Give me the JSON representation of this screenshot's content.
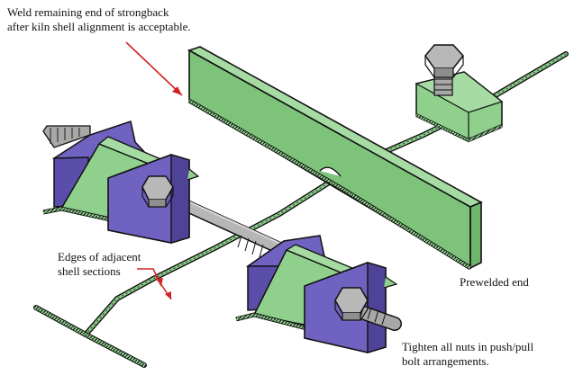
{
  "labels": {
    "weld_line1": "Weld remaining end of strongback",
    "weld_line2": "after kiln shell alignment is acceptable.",
    "edges_line1": "Edges of adjacent",
    "edges_line2": "shell sections",
    "prewelded": "Prewelded end",
    "tighten_line1": "Tighten all nuts in push/pull",
    "tighten_line2": "bolt arrangements."
  },
  "colors": {
    "green": "#8fd08c",
    "green_dark": "#6fb56c",
    "purple": "#6f62c0",
    "purple_dark": "#4f4398",
    "gray": "#a8a8a8",
    "gray_dark": "#7c7c7c",
    "arrow": "#d42222",
    "outline": "#111111"
  }
}
